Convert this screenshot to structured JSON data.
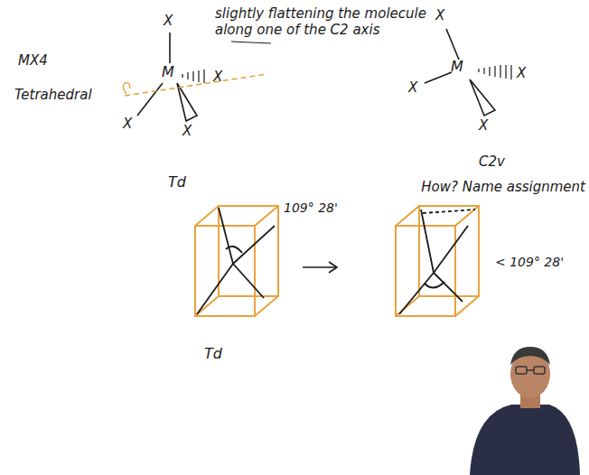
{
  "diagram": {
    "labels": [
      "MX4",
      "Tetrahedral",
      "X",
      "M",
      "X",
      "X",
      "X",
      "Td",
      "slightly flattening the molecule along one of the C2 axis",
      "X",
      "X",
      "M",
      "X",
      "X",
      "C2v",
      "How? Name assignment",
      "109° 28'",
      "< 109° 28'",
      "Td"
    ]
  }
}
